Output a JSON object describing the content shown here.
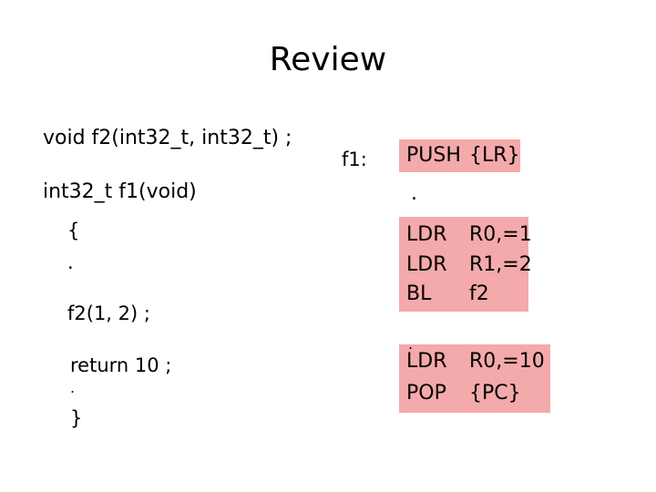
{
  "slide": {
    "title": "Review",
    "c_code": {
      "decl_f2": "void f2(int32_t, int32_t) ;",
      "decl_f1": "int32_t f1(void)",
      "open_brace": "{",
      "dot1": ".",
      "call": "f2(1, 2) ;",
      "ret": "return 10 ;",
      "dot2": ".",
      "close_brace": "}"
    },
    "asm": {
      "label": "f1:",
      "push": {
        "op": "PUSH",
        "arg": "{LR}"
      },
      "dot1": ".",
      "ldr1": {
        "op": "LDR",
        "arg": "R0,=1"
      },
      "ldr2": {
        "op": "LDR",
        "arg": "R1,=2"
      },
      "bl": {
        "op": "BL",
        "arg": "f2"
      },
      "dot2": ".",
      "ldr3": {
        "op": "LDR",
        "arg": "R0,=10"
      },
      "pop": {
        "op": "POP",
        "arg": "{PC}"
      }
    },
    "colors": {
      "highlight": "#f4a9aa",
      "text": "#000000",
      "background": "#ffffff"
    }
  }
}
